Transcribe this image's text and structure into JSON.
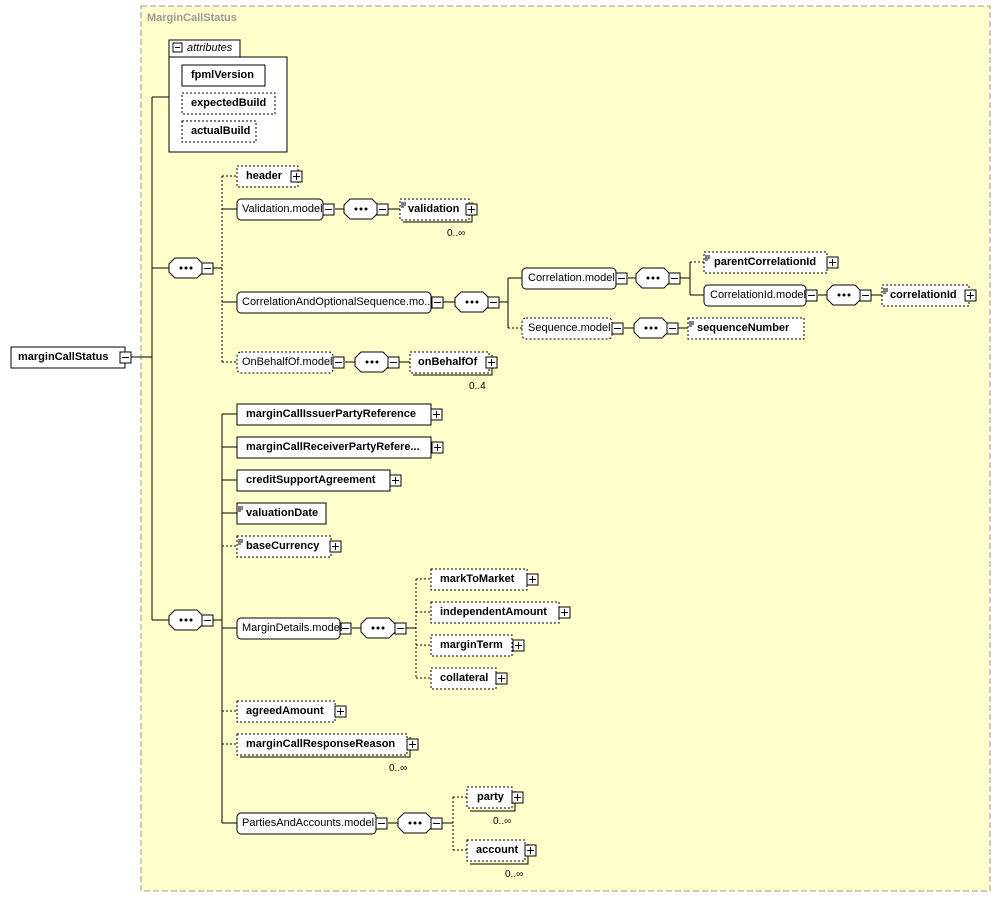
{
  "root": {
    "label": "marginCallStatus"
  },
  "type_name": "MarginCallStatus",
  "attributes": {
    "header": "attributes",
    "items": [
      "fpmlVersion",
      "expectedBuild",
      "actualBuild"
    ]
  },
  "seq1": {
    "header": "header",
    "validation_model": "Validation.model",
    "validation": "validation",
    "validation_occ": "0..∞",
    "correlation_seq": "CorrelationAndOptionalSequence.mo...",
    "correlation_model": "Correlation.model",
    "parent_correlation_id": "parentCorrelationId",
    "correlation_id_model": "CorrelationId.model",
    "correlation_id": "correlationId",
    "sequence_model": "Sequence.model",
    "sequence_number": "sequenceNumber",
    "on_behalf_of_model": "OnBehalfOf.model",
    "on_behalf_of": "onBehalfOf",
    "on_behalf_of_occ": "0..4"
  },
  "seq2": {
    "issuer": "marginCallIssuerPartyReference",
    "receiver": "marginCallReceiverPartyRefere...",
    "csa": "creditSupportAgreement",
    "valuation_date": "valuationDate",
    "base_currency": "baseCurrency",
    "margin_details_model": "MarginDetails.model",
    "mark_to_market": "markToMarket",
    "independent_amount": "independentAmount",
    "margin_term": "marginTerm",
    "collateral": "collateral",
    "agreed_amount": "agreedAmount",
    "response_reason": "marginCallResponseReason",
    "response_reason_occ": "0..∞",
    "parties_model": "PartiesAndAccounts.model",
    "party": "party",
    "party_occ": "0..∞",
    "account": "account",
    "account_occ": "0..∞"
  },
  "colors": {
    "background": "#ffffcc",
    "border": "#999999",
    "title": "#9a9a9a"
  }
}
